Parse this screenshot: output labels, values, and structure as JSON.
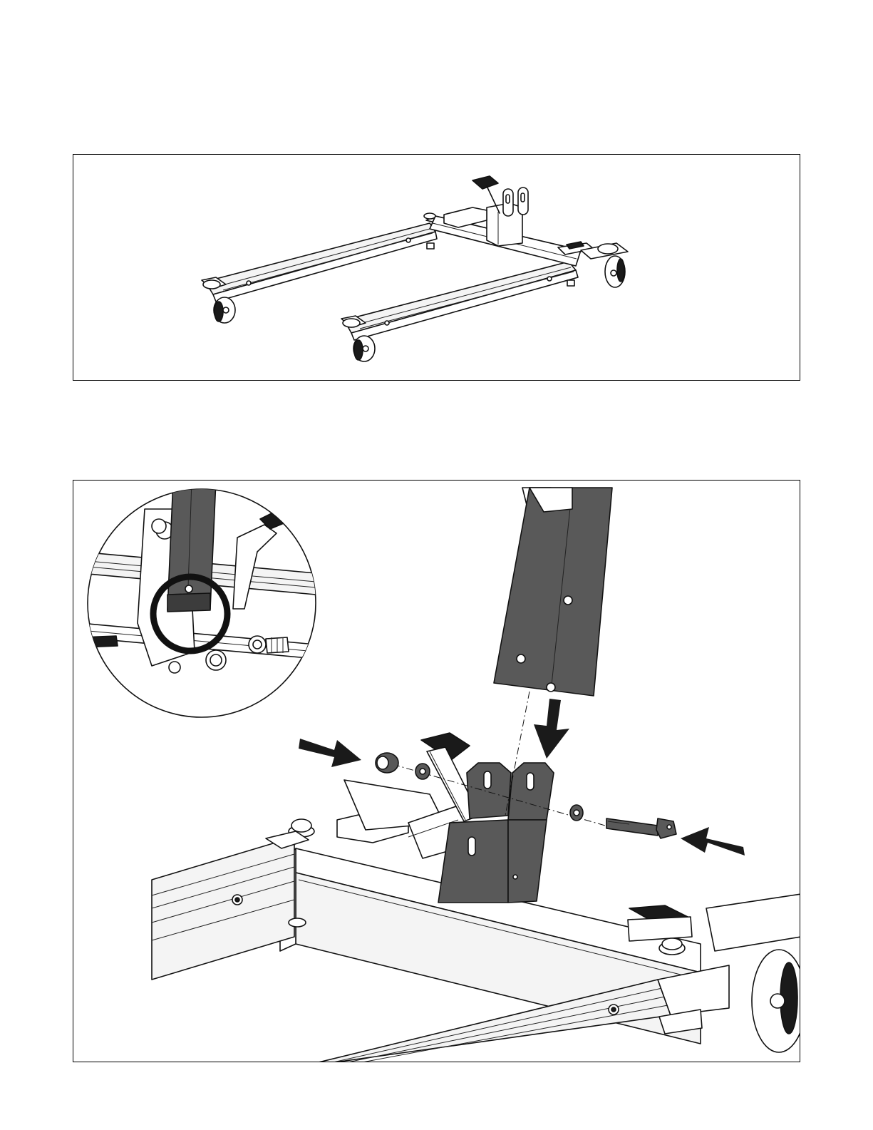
{
  "colors": {
    "frame_border": "#000000",
    "background": "#ffffff",
    "part_highlight": "#595959",
    "line_art": "#111111"
  },
  "figures": [
    {
      "id": "top",
      "content": "assembled-base-frame-with-casters"
    },
    {
      "id": "bottom",
      "content": "mast-insertion-with-bolt-washer-nut",
      "detail_callout": "magnified-circle",
      "arrows": 3
    }
  ]
}
